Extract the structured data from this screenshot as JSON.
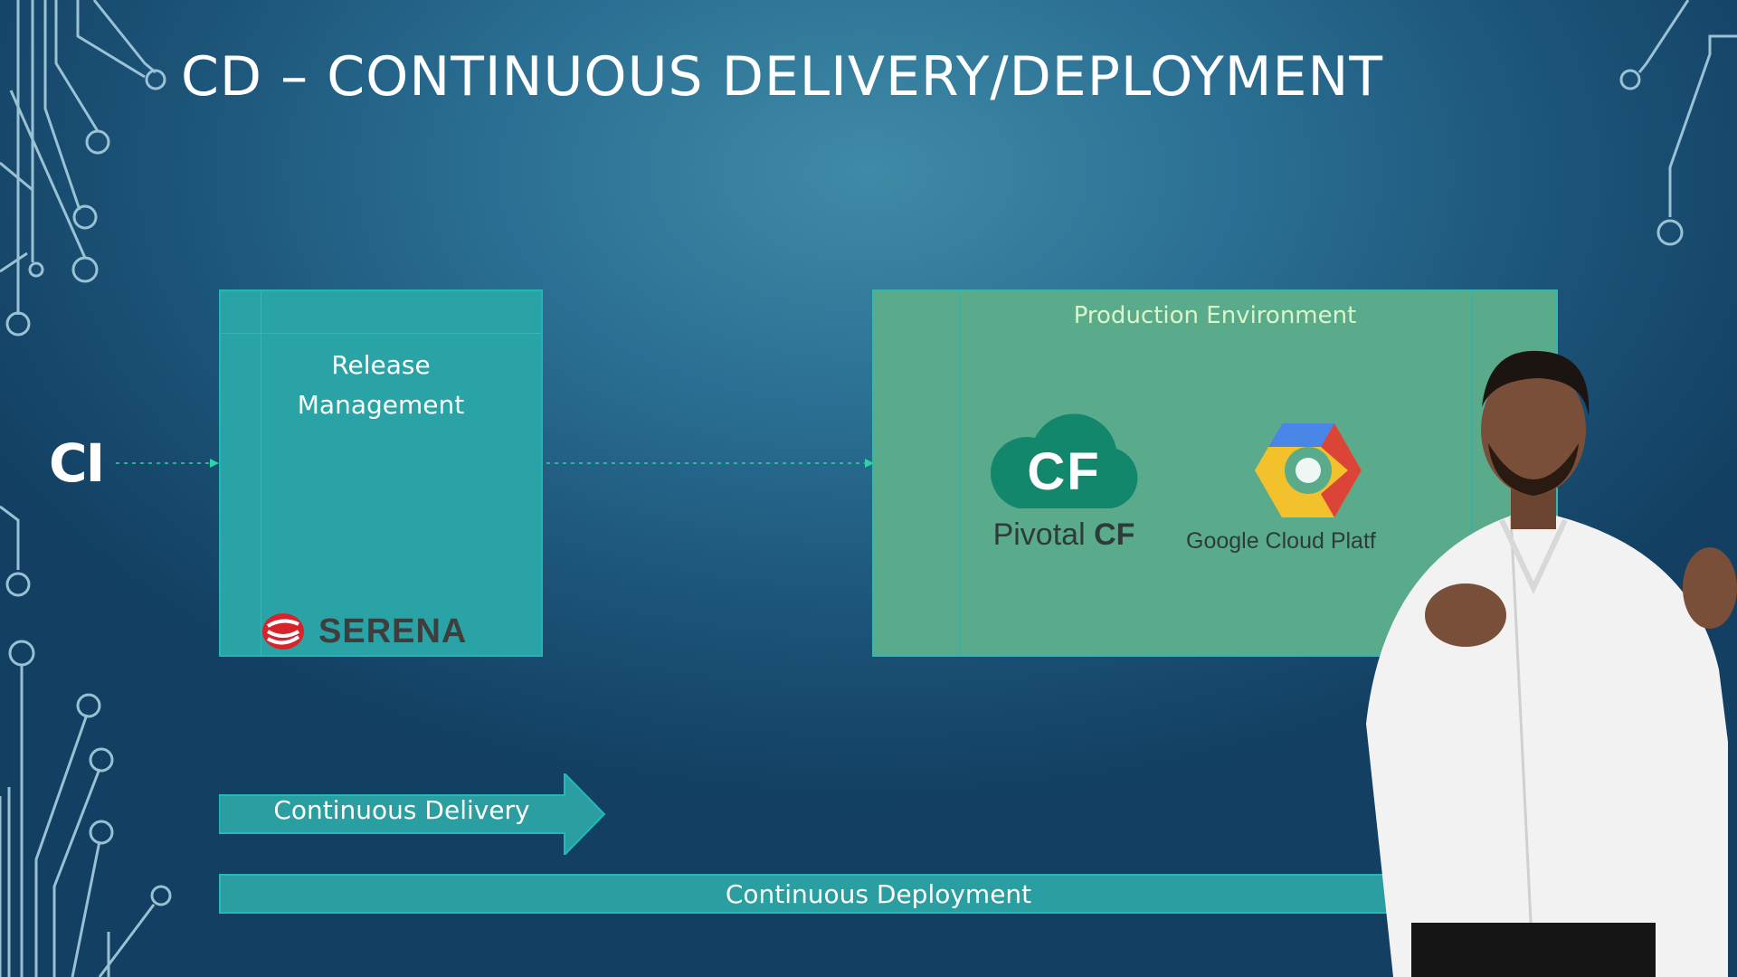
{
  "slide": {
    "title": "CD – CONTINUOUS DELIVERY/DEPLOYMENT",
    "ci_label": "CI",
    "release_box": {
      "title": "Release\nManagement",
      "logo_text": "SERENA"
    },
    "production_box": {
      "title": "Production Environment",
      "pivotal_badge": "CF",
      "pivotal_text_light": "Pivotal ",
      "pivotal_text_bold": "CF",
      "gcp_text": "Google Cloud Platf"
    },
    "delivery_label": "Continuous Delivery",
    "deployment_label": "Continuous Deployment"
  },
  "colors": {
    "background": "#1f5a80",
    "release_box": "#29a3a6",
    "production_box": "#5aab8b",
    "production_title": "#d9f7c8",
    "deployment_bar": "#2b9ea2"
  }
}
